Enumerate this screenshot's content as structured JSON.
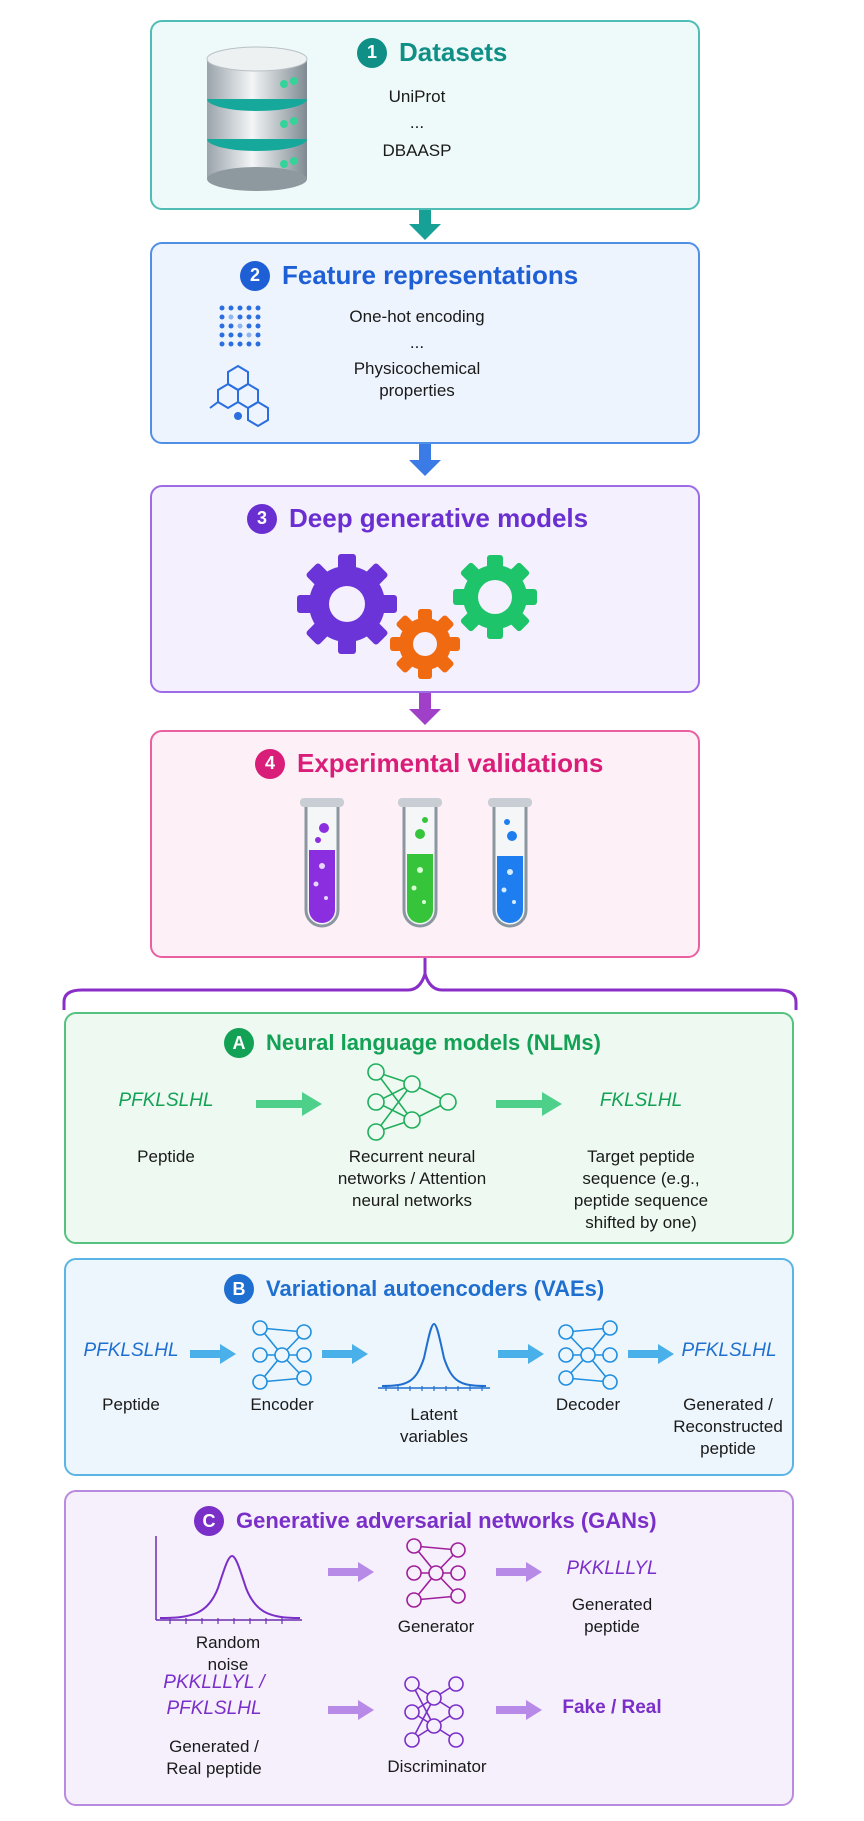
{
  "steps": [
    {
      "num": "1",
      "title": "Datasets",
      "lines": [
        "UniProt",
        "...",
        "DBAASP"
      ],
      "color": "#0f8f86",
      "icon": "database-icon"
    },
    {
      "num": "2",
      "title": "Feature representations",
      "lines": [
        "One-hot encoding",
        "...",
        "Physicochemical properties"
      ],
      "color": "#1f5fd6",
      "icon": "matrix-icon"
    },
    {
      "num": "3",
      "title": "Deep generative models",
      "color": "#6a2fd0",
      "icon": "gears-icon"
    },
    {
      "num": "4",
      "title": "Experimental validations",
      "color": "#d91e7a",
      "icon": "test-tubes-icon"
    }
  ],
  "models": {
    "nlm": {
      "letter": "A",
      "title": "Neural language models (NLMs)",
      "color": "#12a155",
      "input_seq": "PFKLSLHL",
      "input_label": "Peptide",
      "net_label": "Recurrent neural networks / Attention neural networks",
      "output_seq": "FKLSLHL",
      "output_label": "Target peptide sequence (e.g., peptide sequence shifted by one)"
    },
    "vae": {
      "letter": "B",
      "title": "Variational autoencoders (VAEs)",
      "color": "#1f6fd0",
      "input_seq": "PFKLSLHL",
      "input_label": "Peptide",
      "encoder_label": "Encoder",
      "latent_label": "Latent variables",
      "decoder_label": "Decoder",
      "output_seq": "PFKLSLHL",
      "output_label": "Generated / Reconstructed peptide"
    },
    "gan": {
      "letter": "C",
      "title": "Generative adversarial networks (GANs)",
      "color": "#7a2fc8",
      "noise_label": "Random noise",
      "generator_label": "Generator",
      "generated_seq": "PKKLLLYL",
      "generated_label": "Generated peptide",
      "disc_input_seq": "PKKLLLYL / PFKLSLHL",
      "disc_input_label": "Generated / Real peptide",
      "discriminator_label": "Discriminator",
      "disc_output": "Fake / Real"
    }
  }
}
